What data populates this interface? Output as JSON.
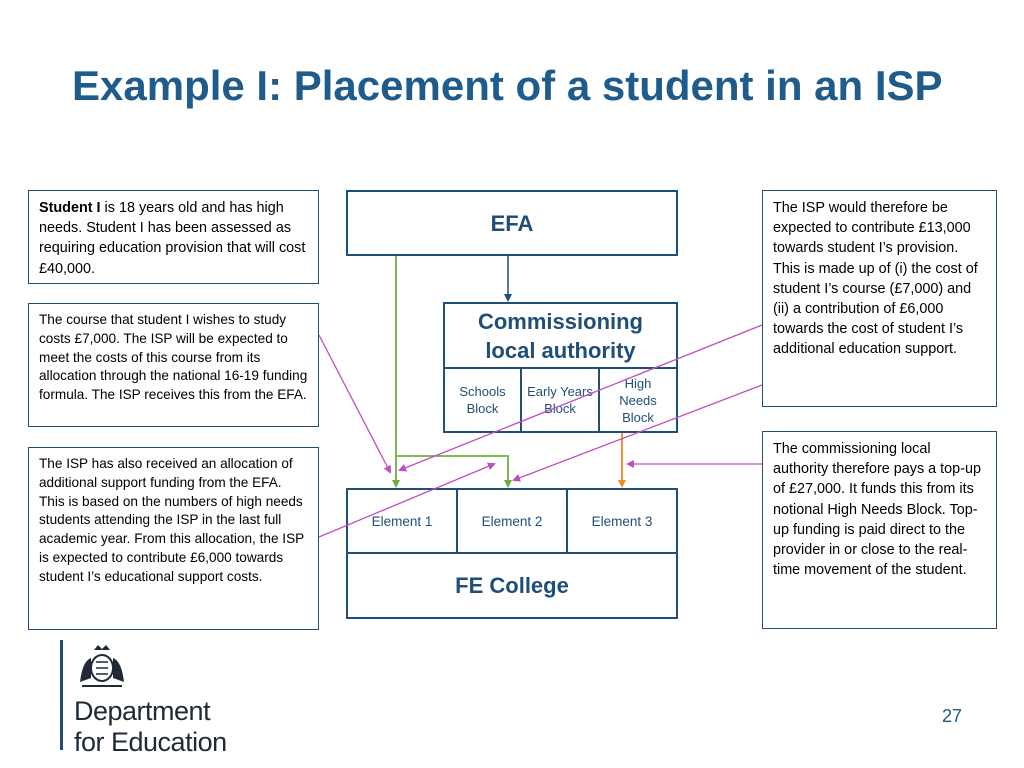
{
  "title": "Example I: Placement of a student in an ISP",
  "notes": {
    "student_bold": "Student I",
    "student_rest": " is 18 years old and has high needs. Student I has been assessed as requiring education provision that will cost £40,000.",
    "course": "The course that student I wishes to study costs £7,000. The ISP will be expected to meet the costs of this course from its allocation through the national 16-19 funding formula. The ISP receives this from the EFA.",
    "additional": "The ISP has also received an allocation of additional support funding from the EFA. This is based on the numbers of high needs students attending the ISP in the last full academic year. From this allocation, the ISP is expected to contribute £6,000 towards student I’s educational support costs.",
    "contribute": "The ISP would therefore be expected to contribute £13,000 towards student I’s provision. This is made up of (i) the cost of student I’s course (£7,000) and (ii) a contribution of £6,000 towards the cost of student I’s additional education support.",
    "topup": "The commissioning local authority therefore pays a top-up of £27,000. It funds this from its notional High Needs Block. Top-up funding is paid direct to the provider in or close to the real-time movement of the student."
  },
  "diagram": {
    "efa": "EFA",
    "commissioning": "Commissioning local authority",
    "blocks": [
      "Schools Block",
      "Early Years Block",
      "High Needs Block"
    ],
    "elements": [
      "Element 1",
      "Element 2",
      "Element 3"
    ],
    "college": "FE College"
  },
  "colors": {
    "title": "#1f5c8b",
    "border": "#1f4e79",
    "arrow_green": "#6ab23a",
    "arrow_orange": "#f0892a",
    "arrow_purple": "#c04fc0",
    "arrow_dark": "#1f4e79"
  },
  "logo": {
    "line1": "Department",
    "line2": "for Education"
  },
  "page_number": "27"
}
